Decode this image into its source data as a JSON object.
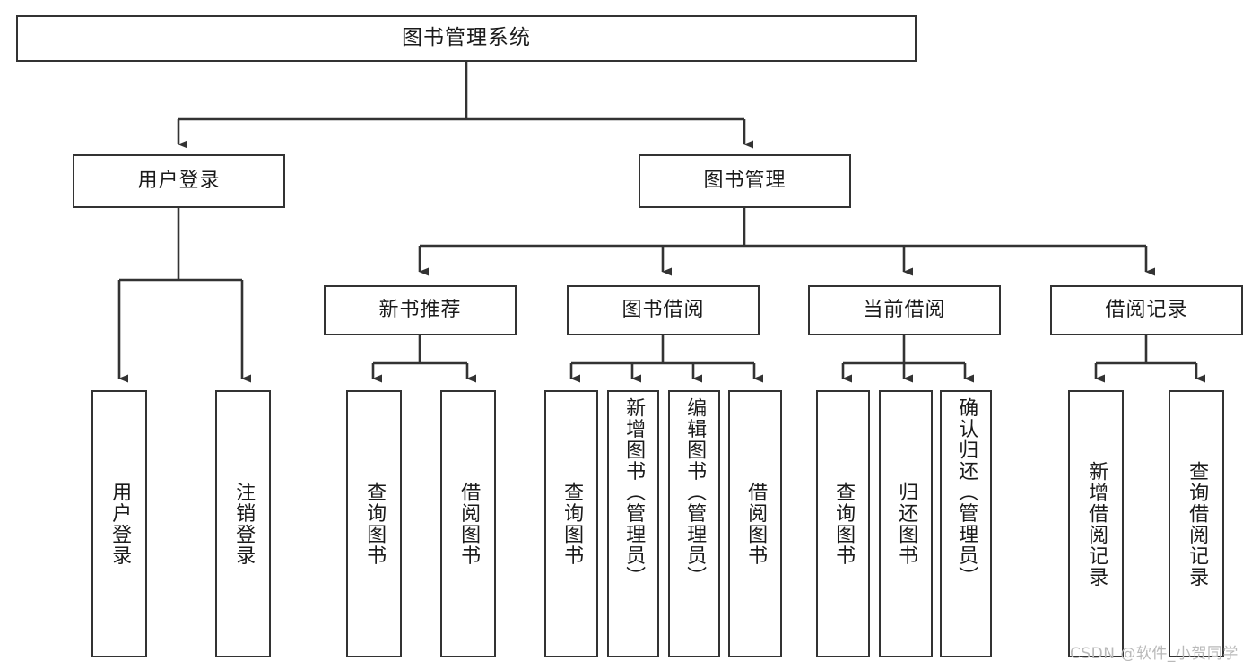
{
  "diagram": {
    "title": "图书管理系统",
    "type": "tree-hierarchy",
    "root": {
      "id": "root",
      "label": "图书管理系统"
    },
    "level2": [
      {
        "id": "user-login",
        "label": "用户登录"
      },
      {
        "id": "book-manage",
        "label": "图书管理"
      }
    ],
    "level3": [
      {
        "id": "new-book-rec",
        "label": "新书推荐",
        "parent": "book-manage"
      },
      {
        "id": "book-borrow",
        "label": "图书借阅",
        "parent": "book-manage"
      },
      {
        "id": "current-borrow",
        "label": "当前借阅",
        "parent": "book-manage"
      },
      {
        "id": "borrow-record",
        "label": "借阅记录",
        "parent": "book-manage"
      }
    ],
    "leaves": [
      {
        "id": "leaf-user-login",
        "label": "用户登录",
        "parent": "user-login"
      },
      {
        "id": "leaf-logout",
        "label": "注销登录",
        "parent": "user-login"
      },
      {
        "id": "leaf-query-book-1",
        "label": "查询图书",
        "parent": "new-book-rec"
      },
      {
        "id": "leaf-borrow-book-1",
        "label": "借阅图书",
        "parent": "new-book-rec"
      },
      {
        "id": "leaf-query-book-2",
        "label": "查询图书",
        "parent": "book-borrow"
      },
      {
        "id": "leaf-add-book",
        "label": "新增图书（管理员）",
        "parent": "book-borrow"
      },
      {
        "id": "leaf-edit-book",
        "label": "编辑图书（管理员）",
        "parent": "book-borrow"
      },
      {
        "id": "leaf-borrow-book-2",
        "label": "借阅图书",
        "parent": "book-borrow"
      },
      {
        "id": "leaf-query-book-3",
        "label": "查询图书",
        "parent": "current-borrow"
      },
      {
        "id": "leaf-return-book",
        "label": "归还图书",
        "parent": "current-borrow"
      },
      {
        "id": "leaf-confirm-return",
        "label": "确认归还（管理员）",
        "parent": "current-borrow"
      },
      {
        "id": "leaf-add-record",
        "label": "新增借阅记录",
        "parent": "borrow-record"
      },
      {
        "id": "leaf-query-record",
        "label": "查询借阅记录",
        "parent": "borrow-record"
      }
    ],
    "colors": {
      "stroke": "#333333",
      "fill": "#ffffff",
      "text": "#1a1a1a",
      "watermark": "#b9b9b9"
    }
  },
  "watermark": {
    "text": "CSDN @软件_小贺同学"
  }
}
